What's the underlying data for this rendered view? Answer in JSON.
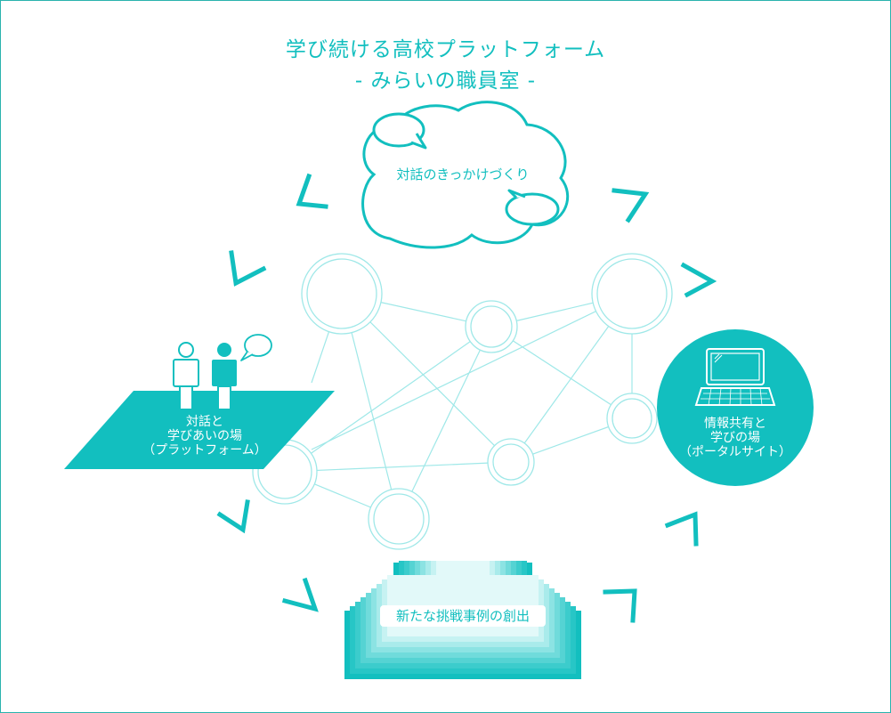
{
  "title": {
    "line1": "学び続ける高校プラットフォーム",
    "line2": "- みらいの職員室 -"
  },
  "nodes": {
    "cloud": {
      "label": "対話のきっかけづくり"
    },
    "platform": {
      "line1": "対話と",
      "line2": "学びあいの場",
      "line3": "（プラットフォーム）"
    },
    "portal": {
      "line1": "情報共有と",
      "line2": "学びの場",
      "line3": "（ポータルサイト）"
    },
    "cases": {
      "label": "新たな挑戦事例の創出"
    }
  },
  "colors": {
    "accent": "#12bfbf",
    "network": "#9fe8e8",
    "frame": "#2ab3ad"
  },
  "icons": [
    "thought-cloud-icon",
    "people-icon",
    "speech-bubble-icon",
    "laptop-icon",
    "cycle-arrow-icon"
  ]
}
